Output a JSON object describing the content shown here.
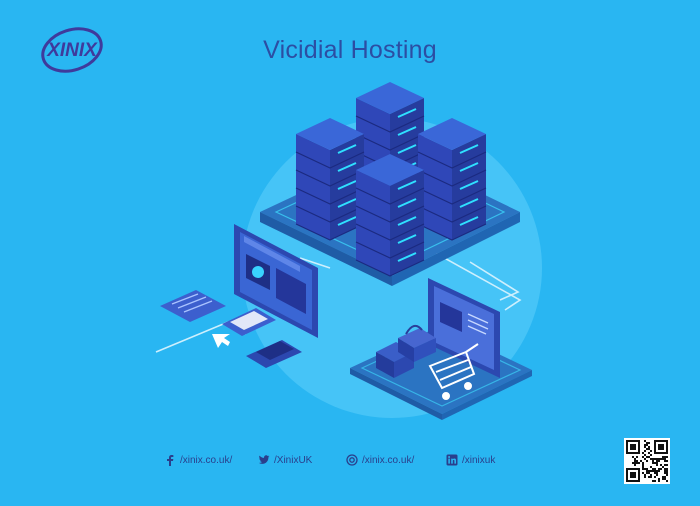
{
  "header": {
    "title": "Vicidial Hosting",
    "logo_text": "XINIX"
  },
  "footer": {
    "socials": [
      {
        "icon": "facebook-icon",
        "handle": "/xinix.co.uk/"
      },
      {
        "icon": "twitter-icon",
        "handle": "/XinixUK"
      },
      {
        "icon": "instagram-icon",
        "handle": "/xinix.co.uk/"
      },
      {
        "icon": "linkedin-icon",
        "handle": "/xinixuk"
      }
    ],
    "qr_code": "qr-code"
  },
  "colors": {
    "background": "#29b6f2",
    "title": "#2c4ea3",
    "server_front": "#2f47b8",
    "server_top": "#3a67d8",
    "glow": "#2fe0ff"
  }
}
